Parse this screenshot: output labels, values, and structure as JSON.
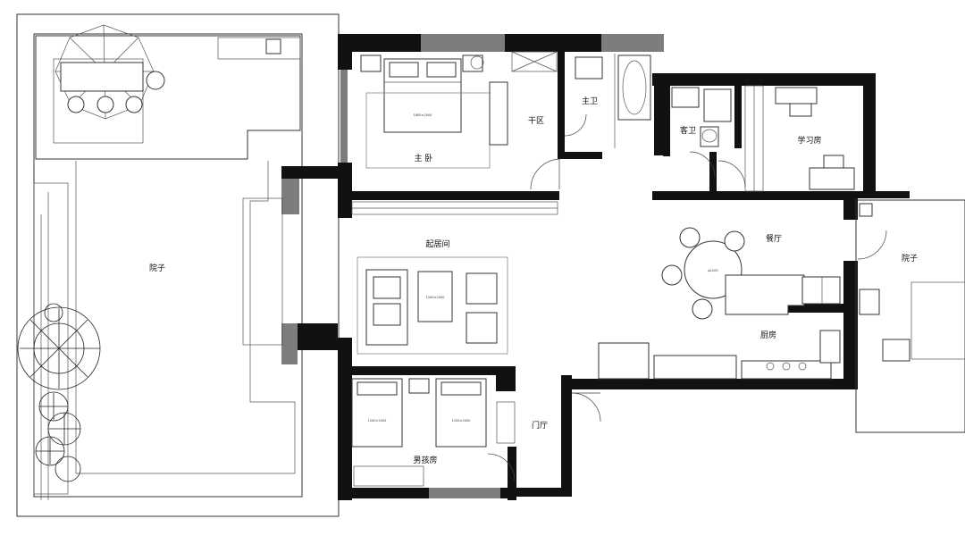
{
  "rooms": {
    "yard_west": "院子",
    "master_bedroom": "主 卧",
    "dry_area": "干区",
    "master_bath": "主卫",
    "guest_bath": "客卫",
    "study": "学习房",
    "living_room": "起居间",
    "dining_room": "餐厅",
    "kitchen": "厨房",
    "boys_room": "男孩房",
    "entrance": "门厅",
    "yard_east": "院子"
  }
}
